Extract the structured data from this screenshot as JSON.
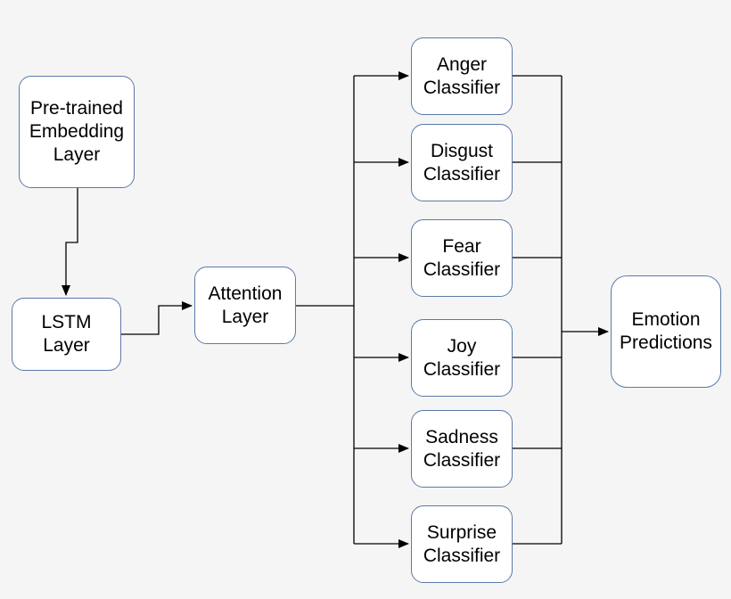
{
  "nodes": {
    "embedding": "Pre-trained\nEmbedding\nLayer",
    "lstm": "LSTM\nLayer",
    "attention": "Attention\nLayer",
    "emotion": "Emotion\nPredictions"
  },
  "classifiers": [
    "Anger\nClassifier",
    "Disgust\nClassifier",
    "Fear\nClassifier",
    "Joy\nClassifier",
    "Sadness\nClassifier",
    "Surprise\nClassifier"
  ],
  "colors": {
    "background": "#f5f5f5",
    "node_border": "#5b7aa8",
    "node_fill": "#ffffff",
    "line": "#000000"
  }
}
